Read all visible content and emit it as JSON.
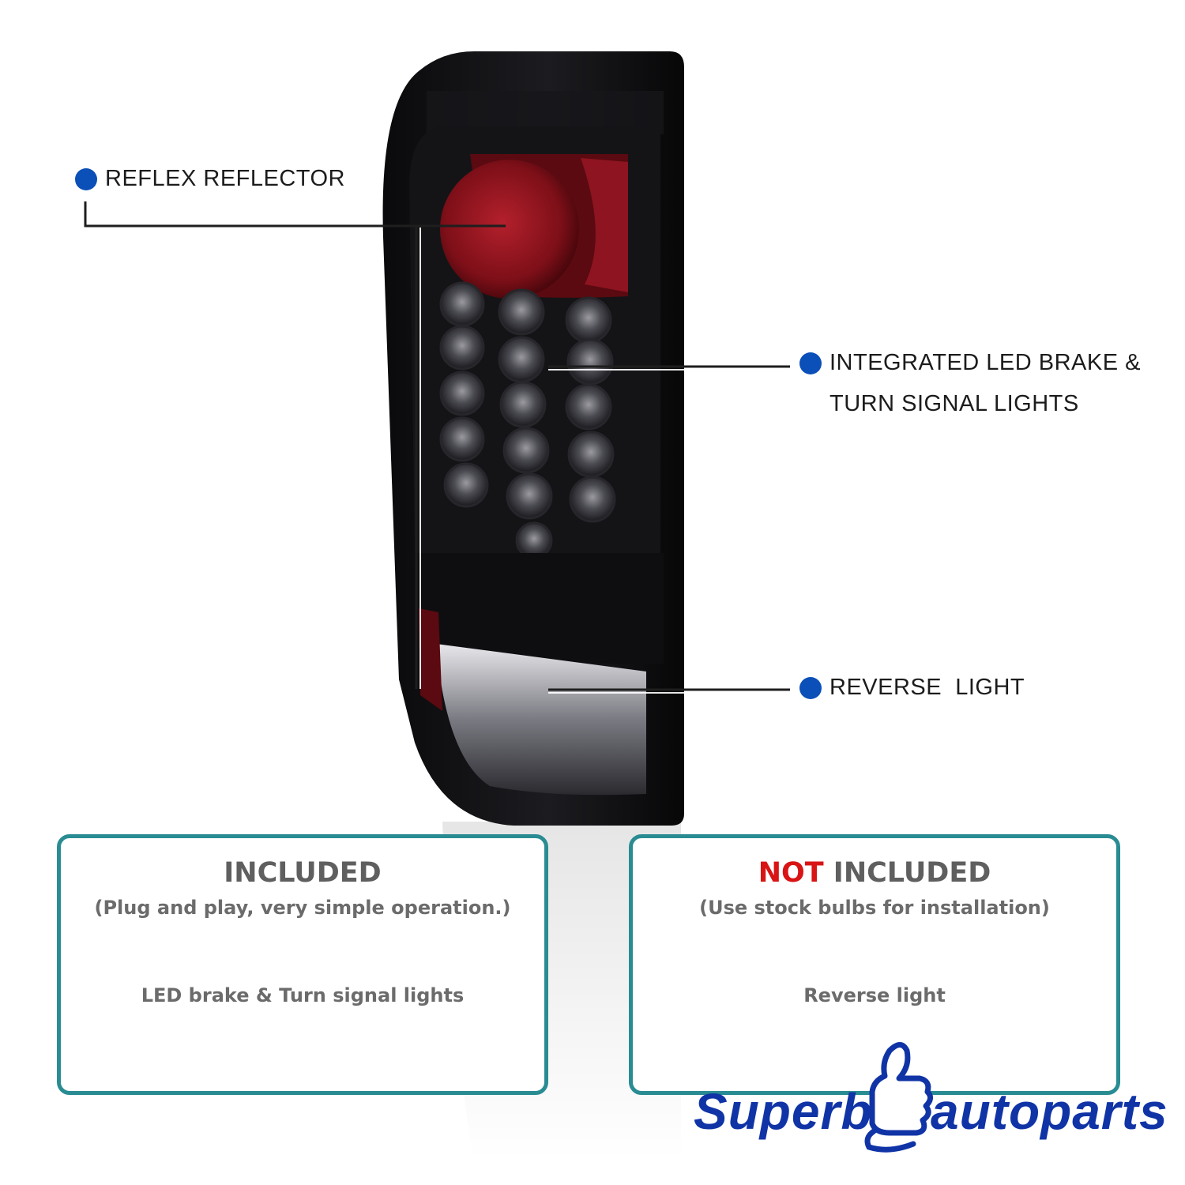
{
  "callouts": {
    "reflex": "REFLEX REFLECTOR",
    "led_line1": "INTEGRATED LED BRAKE &",
    "led_line2": "TURN SIGNAL LIGHTS",
    "reverse": "REVERSE  LIGHT"
  },
  "included": {
    "title": "INCLUDED",
    "subtitle": "(Plug and play, very simple operation.)",
    "item": "LED brake & Turn signal lights"
  },
  "not_included": {
    "title_red": "NOT",
    "title_rest": " INCLUDED",
    "subtitle": "(Use stock bulbs for installation)",
    "item": "Reverse light"
  },
  "brand": {
    "left": "Superb",
    "right": "autoparts"
  },
  "colors": {
    "callout_dot": "#0b4fb8",
    "box_border": "#2a8c93",
    "not_red": "#d81414",
    "brand_blue": "#1034a6"
  },
  "icons": [
    "thumbs-up-icon"
  ]
}
